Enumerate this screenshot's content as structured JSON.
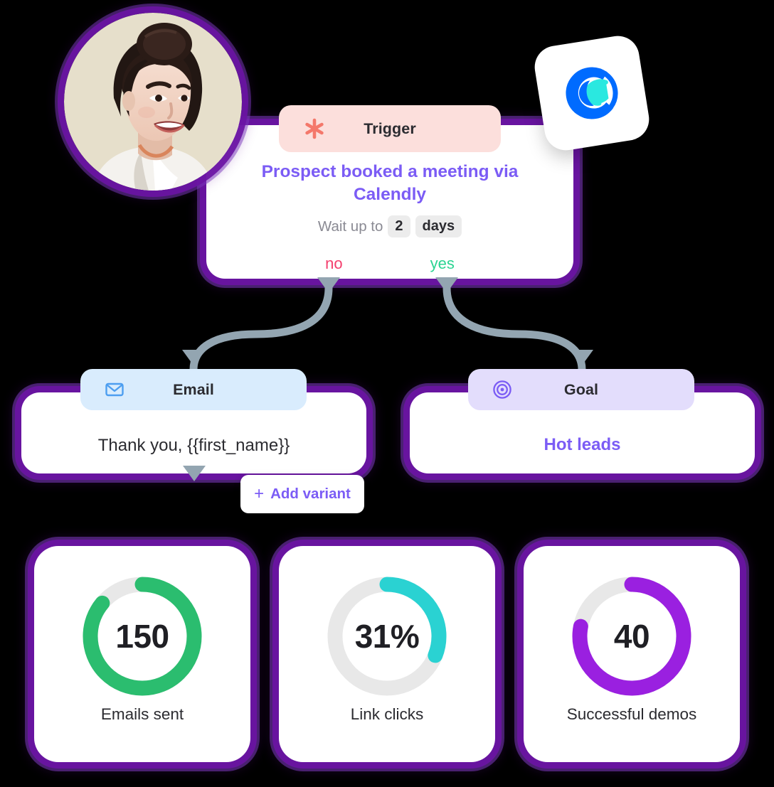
{
  "workflow": {
    "trigger": {
      "header_label": "Trigger",
      "header_icon": "asterisk-icon",
      "header_bg": "#fcdfdc",
      "icon_color": "#f4786b",
      "title": "Prospect booked a meeting via Calendly",
      "title_color": "#7b5cf5",
      "wait_label": "Wait up to",
      "wait_amount": "2",
      "wait_unit": "days",
      "branch_no": "no",
      "branch_yes": "yes",
      "branch_no_color": "#f43f6e",
      "branch_yes_color": "#2bd492"
    },
    "email": {
      "header_label": "Email",
      "header_icon": "envelope-icon",
      "header_bg": "#d9ecfd",
      "icon_color": "#4d9ef0",
      "body": "Thank you, {{first_name}}"
    },
    "goal": {
      "header_label": "Goal",
      "header_icon": "target-icon",
      "header_bg": "#e3ddfc",
      "icon_color": "#7b5cf5",
      "body": "Hot leads",
      "body_color": "#7b5cf5"
    },
    "add_variant": {
      "label": "Add variant",
      "plus": "+",
      "color": "#7b5cf5"
    },
    "avatar": {
      "alt": "smiling-woman-with-hair-bun"
    },
    "integration": {
      "name": "calendly-logo",
      "primary_color": "#006bff",
      "accent_color": "#2ae8e0"
    }
  },
  "chart_data": [
    {
      "type": "pie",
      "title": "Emails sent",
      "value_label": "150",
      "value": 150,
      "percent": 86,
      "color": "#2bbd6f",
      "track_color": "#e8e8e8"
    },
    {
      "type": "pie",
      "title": "Link clicks",
      "value_label": "31%",
      "value": 31,
      "percent": 31,
      "color": "#2ad2d2",
      "track_color": "#e8e8e8"
    },
    {
      "type": "pie",
      "title": "Successful demos",
      "value_label": "40",
      "value": 40,
      "percent": 78,
      "color": "#9a20e0",
      "track_color": "#e8e8e8"
    }
  ]
}
